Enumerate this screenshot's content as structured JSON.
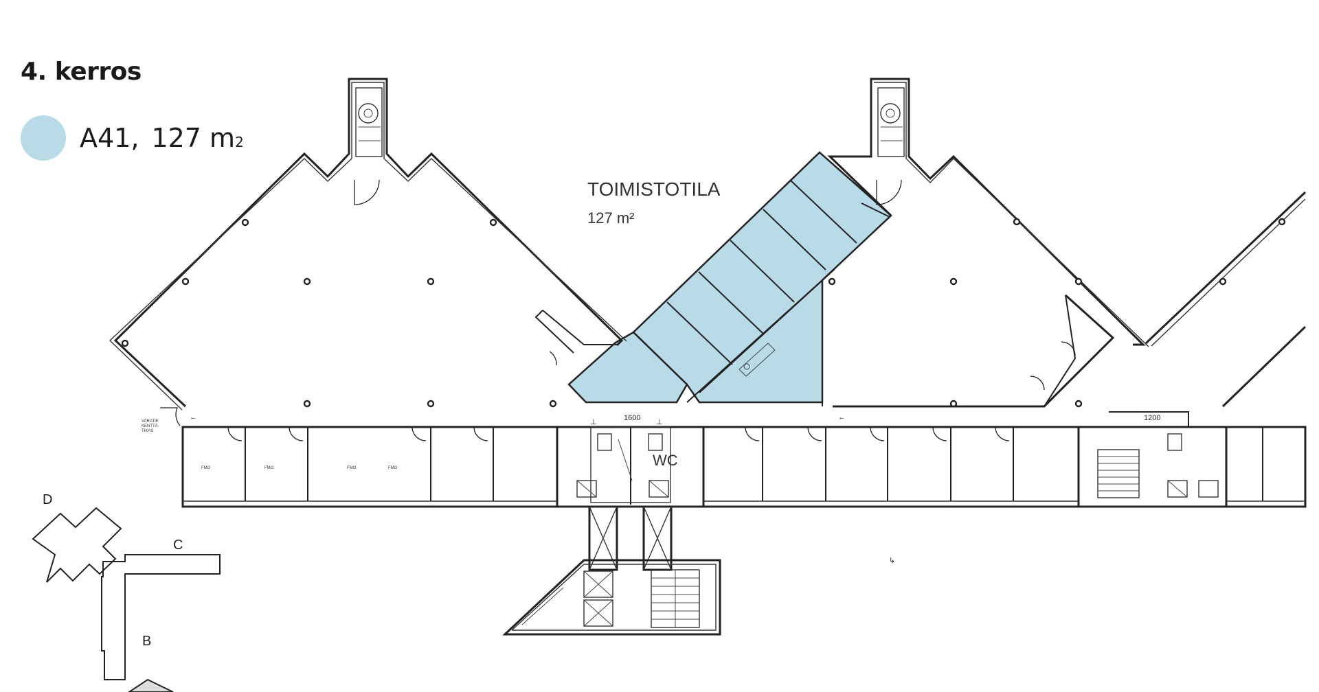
{
  "floor": {
    "title": "4. kerros"
  },
  "legend": {
    "unit_id": "A41,",
    "area_value": "127 m",
    "area_exp": "2",
    "color": "#b9dbe8"
  },
  "rooms": {
    "office_label": "TOIMISTOTILA",
    "office_area": "127 m²",
    "wc_label": "WC"
  },
  "dimensions": {
    "left_core": "1600",
    "right_core": "1200"
  },
  "small_text": {
    "exit_line1": "VARATIE",
    "exit_line2": "KENTTÄ",
    "exit_line3": "TIKAS",
    "room_tag": "FMO"
  },
  "key_plan": {
    "wing_d": "D",
    "wing_c": "C",
    "wing_b": "B"
  },
  "colors": {
    "highlight": "#b9dbe8",
    "wall": "#222222"
  }
}
